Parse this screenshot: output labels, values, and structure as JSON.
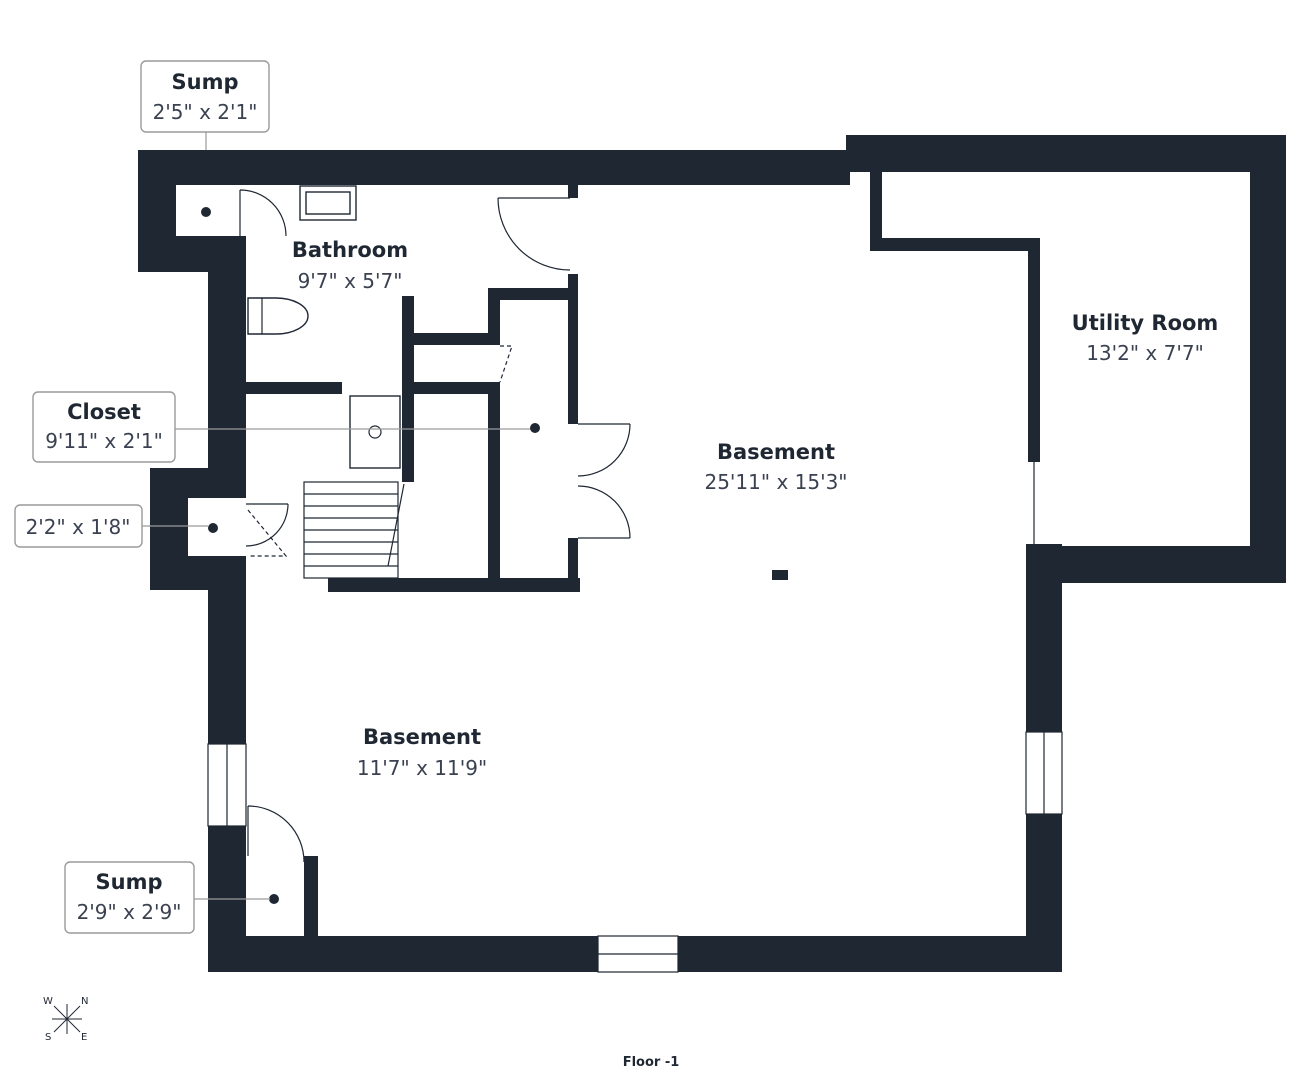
{
  "rooms": {
    "bathroom": {
      "name": "Bathroom",
      "dims": "9'7\" x 5'7\""
    },
    "utility": {
      "name": "Utility Room",
      "dims": "13'2\" x 7'7\""
    },
    "basement_main": {
      "name": "Basement",
      "dims": "25'11\" x 15'3\""
    },
    "basement_small": {
      "name": "Basement",
      "dims": "11'7\" x 11'9\""
    }
  },
  "callouts": {
    "sump_top": {
      "name": "Sump",
      "dims": "2'5\" x 2'1\""
    },
    "closet": {
      "name": "Closet",
      "dims": "9'11\" x 2'1\""
    },
    "small_closet": {
      "dims": "2'2\" x 1'8\""
    },
    "sump_bottom": {
      "name": "Sump",
      "dims": "2'9\" x 2'9\""
    }
  },
  "compass": {
    "w": "W",
    "n": "N",
    "s": "S",
    "e": "E"
  },
  "floor_label": "Floor -1",
  "colors": {
    "wall": "#1f2733",
    "callout_border": "#9a9a9a",
    "background": "#ffffff"
  }
}
